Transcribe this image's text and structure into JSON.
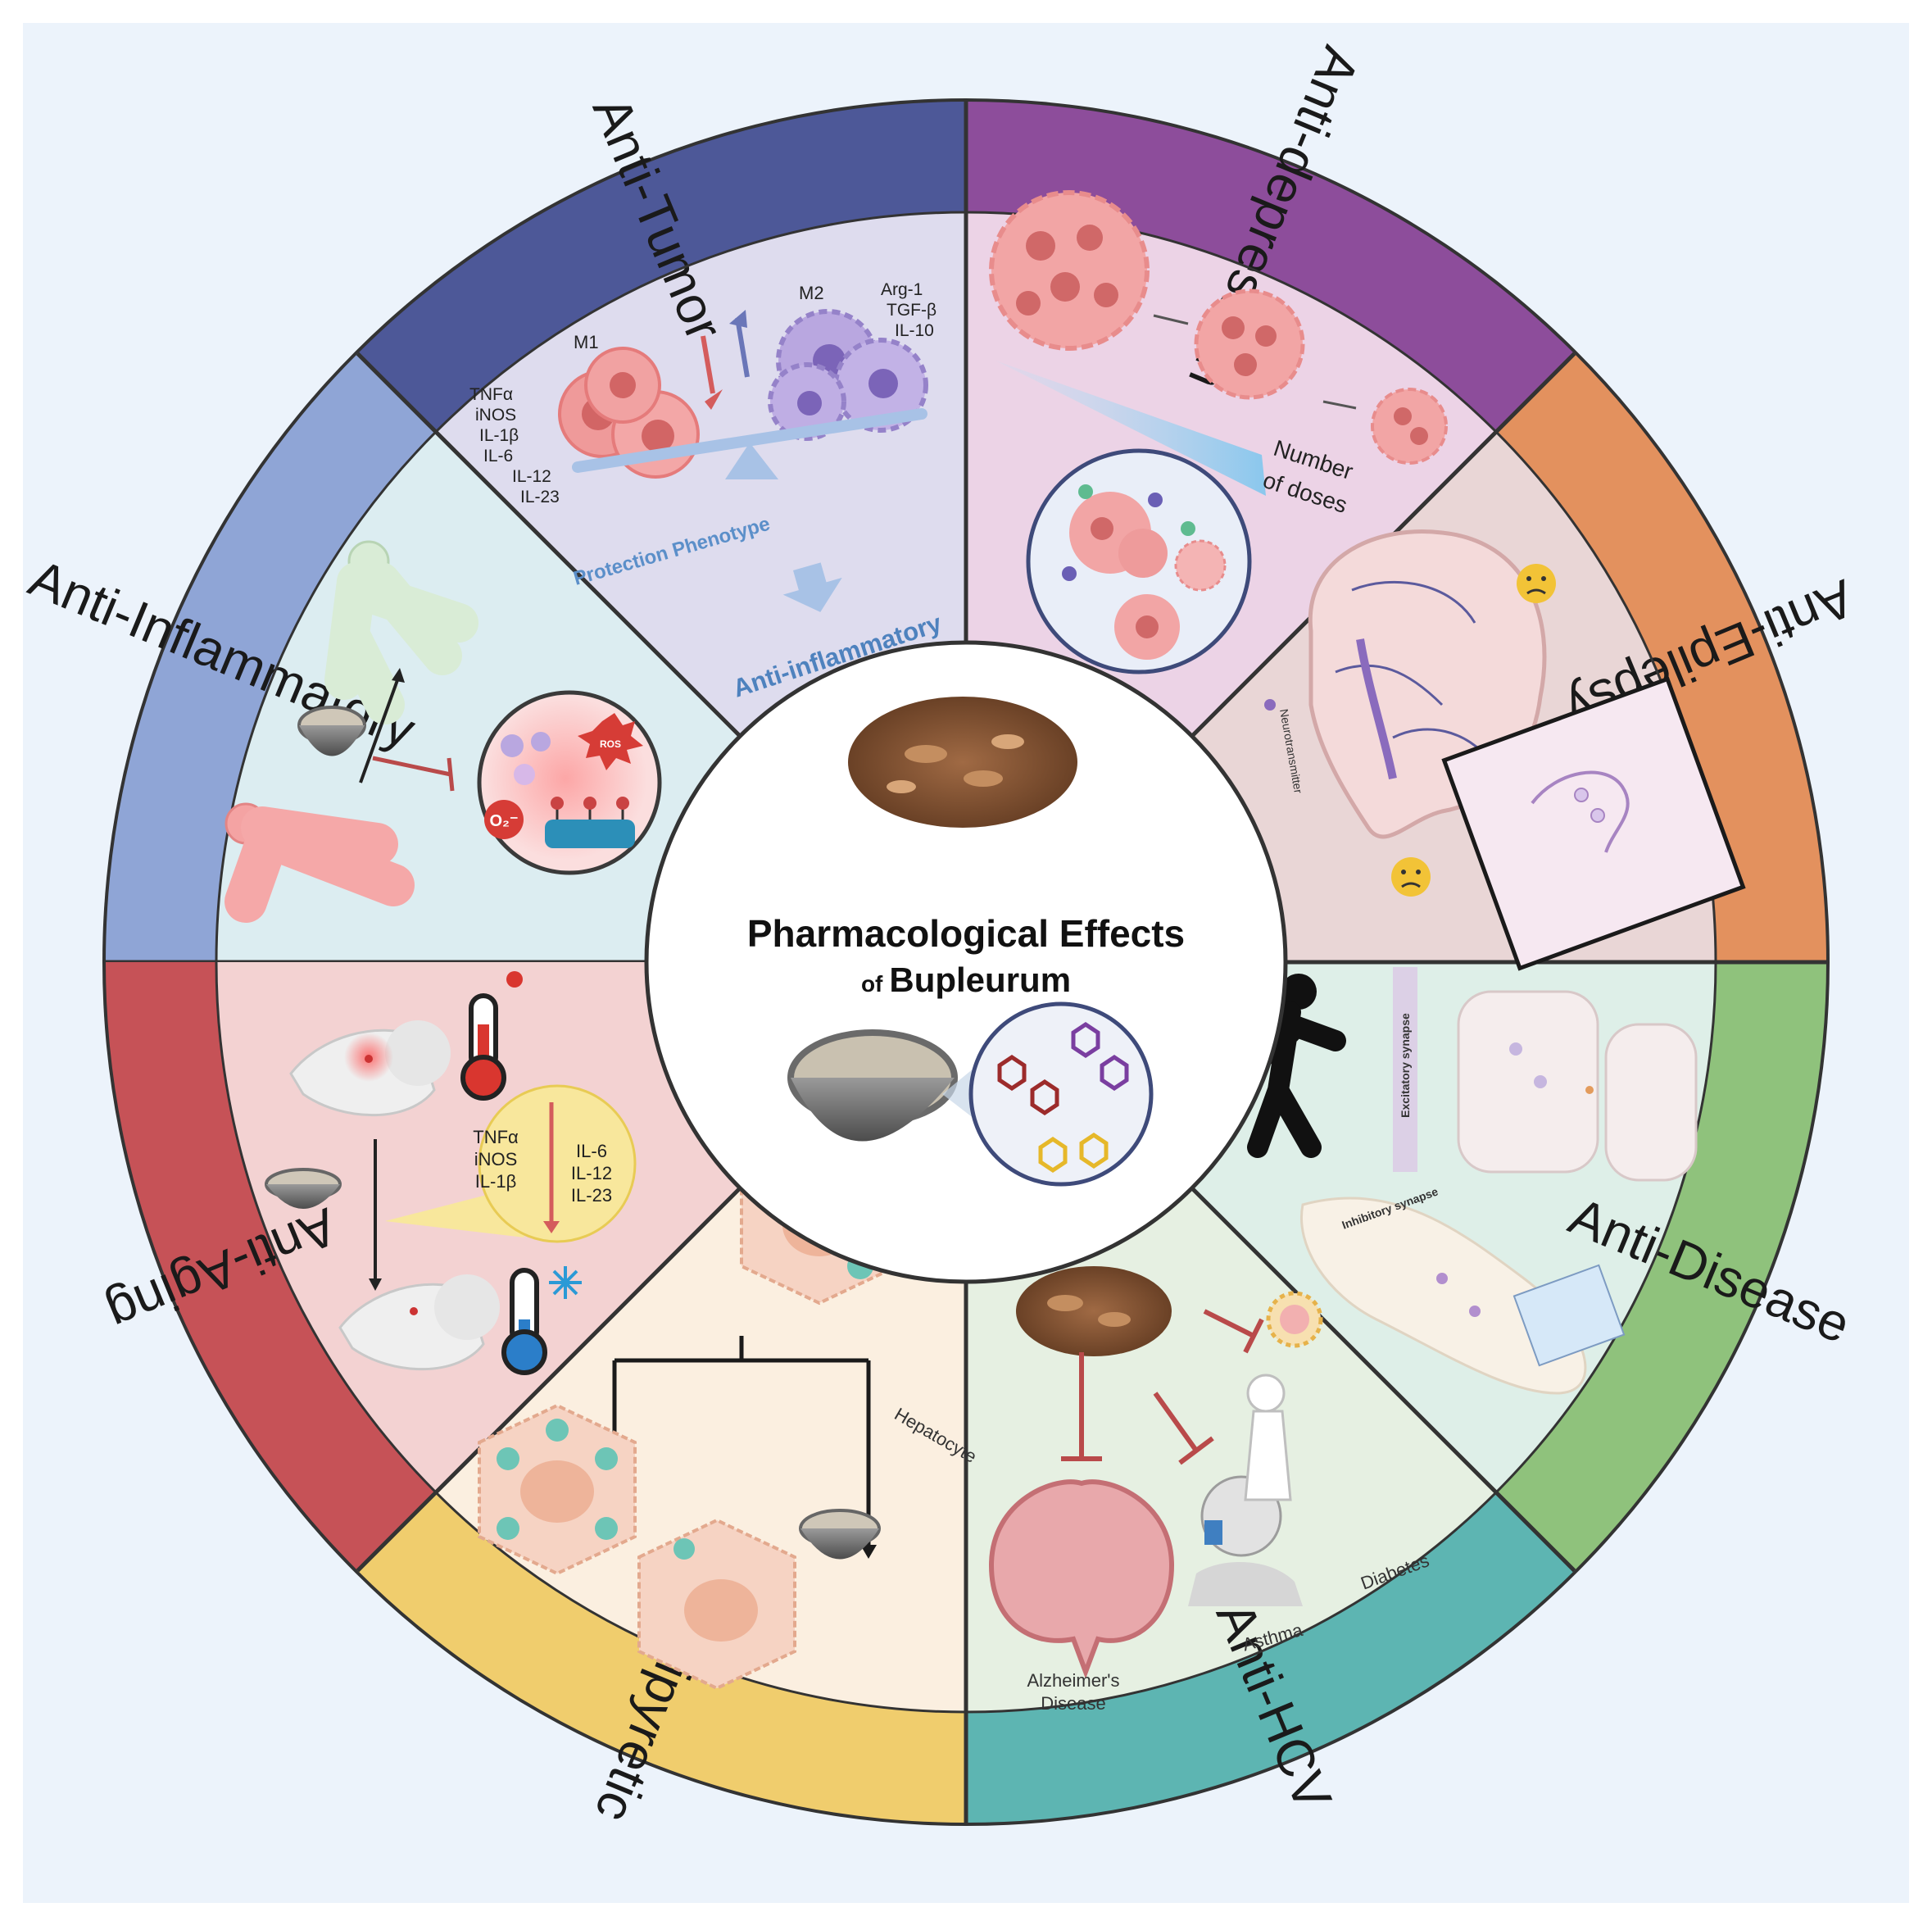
{
  "center": {
    "title_line1": "Pharmacological Effects",
    "title_of": "of",
    "title_name": "Bupleurum"
  },
  "sectors": [
    {
      "id": "anti-inflammatory",
      "label": "Anti-Inflammatory",
      "band_color": "#8fa5d6",
      "panel_color": "#dcedf1"
    },
    {
      "id": "anti-tumor",
      "label": "Anti-Tumor",
      "band_color": "#4d5898",
      "panel_color": "#dedcee"
    },
    {
      "id": "anti-depression",
      "label": "Anti-depression",
      "band_color": "#8d4d9b",
      "panel_color": "#ecd3e6"
    },
    {
      "id": "anti-epilepsy",
      "label": "Anti-Epilepsy",
      "band_color": "#e3915e",
      "panel_color": "#e9d6d6"
    },
    {
      "id": "anti-disease",
      "label": "Anti-Disease",
      "band_color": "#8fc27c",
      "panel_color": "#deefe8"
    },
    {
      "id": "anti-hcv",
      "label": "Anti-HCV",
      "band_color": "#5db5b2",
      "panel_color": "#e6f0e2"
    },
    {
      "id": "antipyretic",
      "label": "Antipyretic",
      "band_color": "#f0cd6d",
      "panel_color": "#fbefe0"
    },
    {
      "id": "anti-aging",
      "label": "Anti-Aging",
      "band_color": "#c65257",
      "panel_color": "#f3d2d2"
    }
  ],
  "inflammatory": {
    "m1": "M1",
    "m2": "M2",
    "m1_markers": [
      "TNFα",
      "iNOS",
      "IL-1β",
      "IL-6",
      "IL-12",
      "IL-23"
    ],
    "m2_markers": [
      "Arg-1",
      "TGF-β",
      "IL-10"
    ],
    "phenotype": "Protection Phenotype",
    "result": "Anti-inflammatory"
  },
  "tumor": {
    "doses": [
      "Number",
      "of doses"
    ]
  },
  "aging": {
    "ros": "ROS",
    "o2": "O₂⁻"
  },
  "depression": {
    "neuro": "Neurotransmitter"
  },
  "epilepsy": {
    "excitatory": "Excitatory synapse",
    "inhibitory": "Inhibitory synapse"
  },
  "antipyretic": {
    "markers_left": [
      "TNFα",
      "iNOS",
      "IL-1β"
    ],
    "markers_right": [
      "IL-6",
      "IL-12",
      "IL-23"
    ]
  },
  "hcv": {
    "hepatocyte": "Hepatocyte"
  },
  "disease": {
    "alzheimers": [
      "Alzheimer's",
      "Disease"
    ],
    "asthma": "Asthma",
    "diabetes": "Diabetes"
  },
  "colors": {
    "background": "#ecf3fb",
    "inhibit_red": "#b94a4a",
    "cell_pink": "#ef9a9a",
    "cell_purple": "#b9a7e0",
    "text_dark": "#1a1a1a",
    "accent_blue": "#5b8fc9"
  }
}
